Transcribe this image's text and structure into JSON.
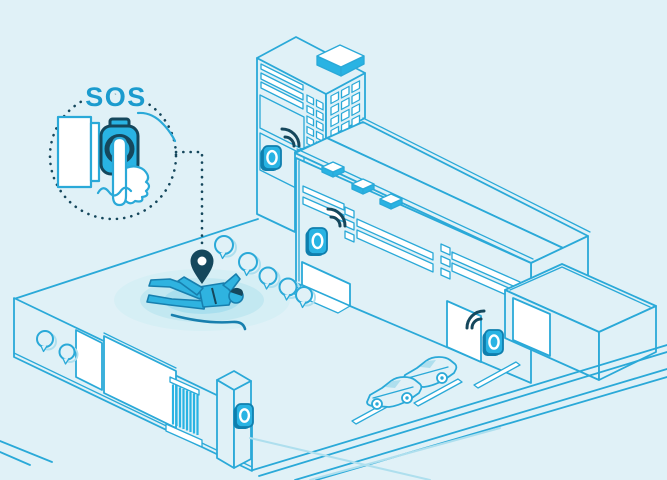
{
  "callout": {
    "label": "SOS"
  },
  "colors": {
    "background": "#e0f1f7",
    "line": "#2aa9d8",
    "accent": "#29b3e3",
    "dark": "#15475c",
    "pale": "#aedfee",
    "white": "#ffffff",
    "label": "#1b9bce",
    "person_fill": "#2fb3e0",
    "person_outline": "#177fae",
    "device_edge": "#0f7fae",
    "ripple_outer": "#d6eff5",
    "ripple_mid": "#c2e8f1",
    "ripple_inner": "#a9dfee"
  },
  "scene": {
    "wireless_device_count": 3,
    "sos_button_count": 2,
    "car_count": 2,
    "trail_bubble_count": 7,
    "icons": [
      "sos-button-icon",
      "pressing-hand-icon",
      "location-pin-icon",
      "wifi-arcs-icon",
      "signal-ripples",
      "trail-bubbles"
    ]
  }
}
